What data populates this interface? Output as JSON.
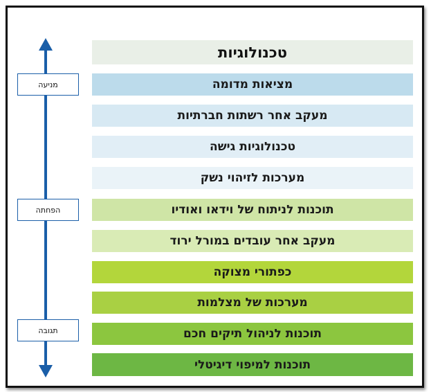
{
  "title": "טכנולוגיות",
  "stages": [
    {
      "label": "מניעה"
    },
    {
      "label": "הפחתה"
    },
    {
      "label": "תגובה"
    }
  ],
  "rows": [
    {
      "label": "מציאות מדומה",
      "color": "#bcdbeb"
    },
    {
      "label": "מעקב אחר רשתות חברתיות",
      "color": "#d7e9f3"
    },
    {
      "label": "טכנולוגיות גישה",
      "color": "#e1eef6"
    },
    {
      "label": "מערכות לזיהוי נשק",
      "color": "#eaf3f8"
    },
    {
      "label": "תוכנות לניתוח של וידאו ואודיו",
      "color": "#cfe5a6"
    },
    {
      "label": "מעקב אחר עובדים במורל ירוד",
      "color": "#d9ebb5"
    },
    {
      "label": "כפתורי מצוקה",
      "color": "#b3d63b"
    },
    {
      "label": "מערכות של מצלמות",
      "color": "#a9d043"
    },
    {
      "label": "תוכנות לניהול תיקים חכם",
      "color": "#8cc63f"
    },
    {
      "label": "תוכנות למיפוי דיגיטלי",
      "color": "#6db744"
    }
  ],
  "colors": {
    "title_row": "#e9efe7",
    "axis": "#1a5ea8",
    "frame": "#111111"
  }
}
